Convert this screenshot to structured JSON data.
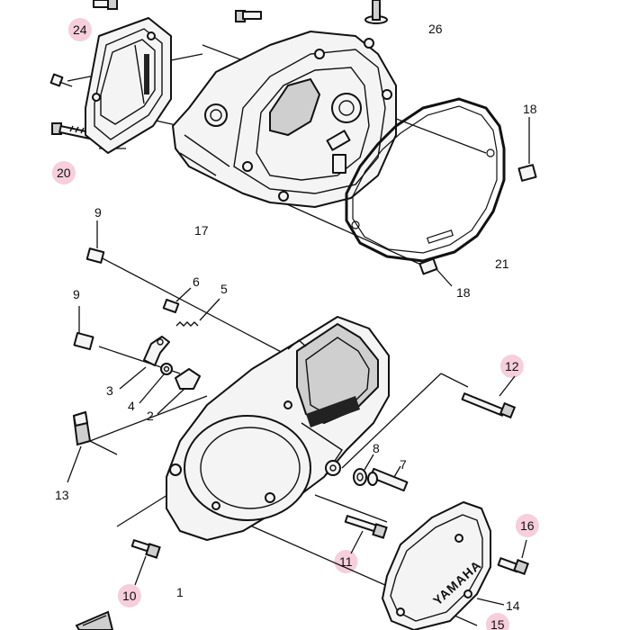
{
  "brand_text": "YAMAHA",
  "callouts": [
    {
      "id": "24",
      "label": "24",
      "highlighted": true
    },
    {
      "id": "26",
      "label": "26",
      "highlighted": false
    },
    {
      "id": "18a",
      "label": "18",
      "highlighted": false
    },
    {
      "id": "20",
      "label": "20",
      "highlighted": true
    },
    {
      "id": "17",
      "label": "17",
      "highlighted": false
    },
    {
      "id": "21",
      "label": "21",
      "highlighted": false
    },
    {
      "id": "18b",
      "label": "18",
      "highlighted": false
    },
    {
      "id": "9a",
      "label": "9",
      "highlighted": false
    },
    {
      "id": "9b",
      "label": "9",
      "highlighted": false
    },
    {
      "id": "6",
      "label": "6",
      "highlighted": false
    },
    {
      "id": "5",
      "label": "5",
      "highlighted": false
    },
    {
      "id": "3",
      "label": "3",
      "highlighted": false
    },
    {
      "id": "4",
      "label": "4",
      "highlighted": false
    },
    {
      "id": "2",
      "label": "2",
      "highlighted": false
    },
    {
      "id": "12",
      "label": "12",
      "highlighted": true
    },
    {
      "id": "8",
      "label": "8",
      "highlighted": false
    },
    {
      "id": "7",
      "label": "7",
      "highlighted": false
    },
    {
      "id": "13",
      "label": "13",
      "highlighted": false
    },
    {
      "id": "16",
      "label": "16",
      "highlighted": true
    },
    {
      "id": "11",
      "label": "11",
      "highlighted": true
    },
    {
      "id": "10",
      "label": "10",
      "highlighted": true
    },
    {
      "id": "1",
      "label": "1",
      "highlighted": false
    },
    {
      "id": "14",
      "label": "14",
      "highlighted": false
    },
    {
      "id": "15",
      "label": "15",
      "highlighted": true
    }
  ],
  "colors": {
    "highlight": "#f5c6d6",
    "line": "#111111",
    "background": "#ffffff"
  }
}
